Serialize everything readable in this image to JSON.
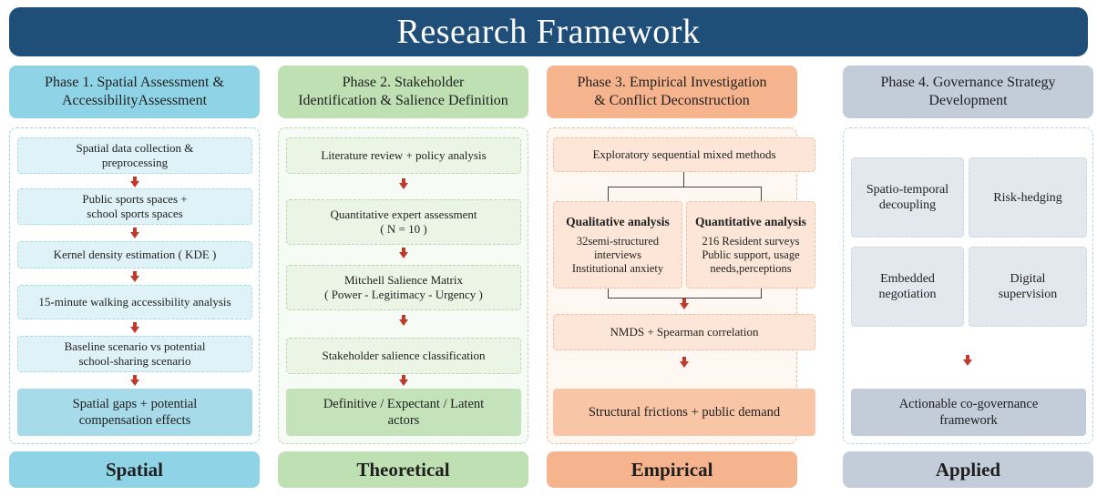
{
  "title": "Research Framework",
  "phases": [
    {
      "header_line1": "Phase 1. Spatial Assessment &",
      "header_line2": "AccessibilityAssessment",
      "steps": [
        {
          "l1": "Spatial data collection &",
          "l2": "preprocessing"
        },
        {
          "l1": "Public sports spaces +",
          "l2": "school sports spaces"
        },
        {
          "l1": "Kernel density estimation ( KDE )",
          "l2": ""
        },
        {
          "l1": "15-minute walking accessibility analysis",
          "l2": ""
        },
        {
          "l1": "Baseline scenario vs potential",
          "l2": "school-sharing scenario"
        }
      ],
      "result": {
        "l1": "Spatial gaps + potential",
        "l2": "compensation effects"
      },
      "footer": "Spatial"
    },
    {
      "header_line1": "Phase 2. Stakeholder",
      "header_line2": "Identification & Salience Definition",
      "steps": [
        {
          "l1": "Literature review + policy analysis",
          "l2": ""
        },
        {
          "l1": "Quantitative expert assessment",
          "l2": "( N = 10 )"
        },
        {
          "l1": "Mitchell Salience Matrix",
          "l2": "( Power - Legitimacy - Urgency )"
        },
        {
          "l1": "Stakeholder salience classification",
          "l2": ""
        }
      ],
      "result": {
        "l1": "Definitive / Expectant / Latent",
        "l2": "actors"
      },
      "footer": "Theoretical"
    },
    {
      "header_line1": "Phase 3. Empirical Investigation",
      "header_line2": "& Conflict Deconstruction",
      "method": "Exploratory sequential mixed methods",
      "qualitative": {
        "title": "Qualitative analysis",
        "l1": "32semi-structured",
        "l2": "interviews",
        "l3": "Institutional anxiety"
      },
      "quantitative": {
        "title": "Quantitative analysis",
        "l1": "216 Resident surveys",
        "l2": "Public support, usage",
        "l3": "needs,perceptions"
      },
      "stats": "NMDS + Spearman correlation",
      "result": "Structural frictions + public demand",
      "footer": "Empirical"
    },
    {
      "header_line1": "Phase 4. Governance Strategy",
      "header_line2": "Development",
      "strategies": [
        {
          "l1": "Spatio-temporal",
          "l2": "decoupling"
        },
        {
          "l1": "Risk-hedging",
          "l2": ""
        },
        {
          "l1": "Embedded",
          "l2": "negotiation"
        },
        {
          "l1": "Digital",
          "l2": "supervision"
        }
      ],
      "result": {
        "l1": "Actionable co-governance",
        "l2": "framework"
      },
      "footer": "Applied"
    }
  ]
}
